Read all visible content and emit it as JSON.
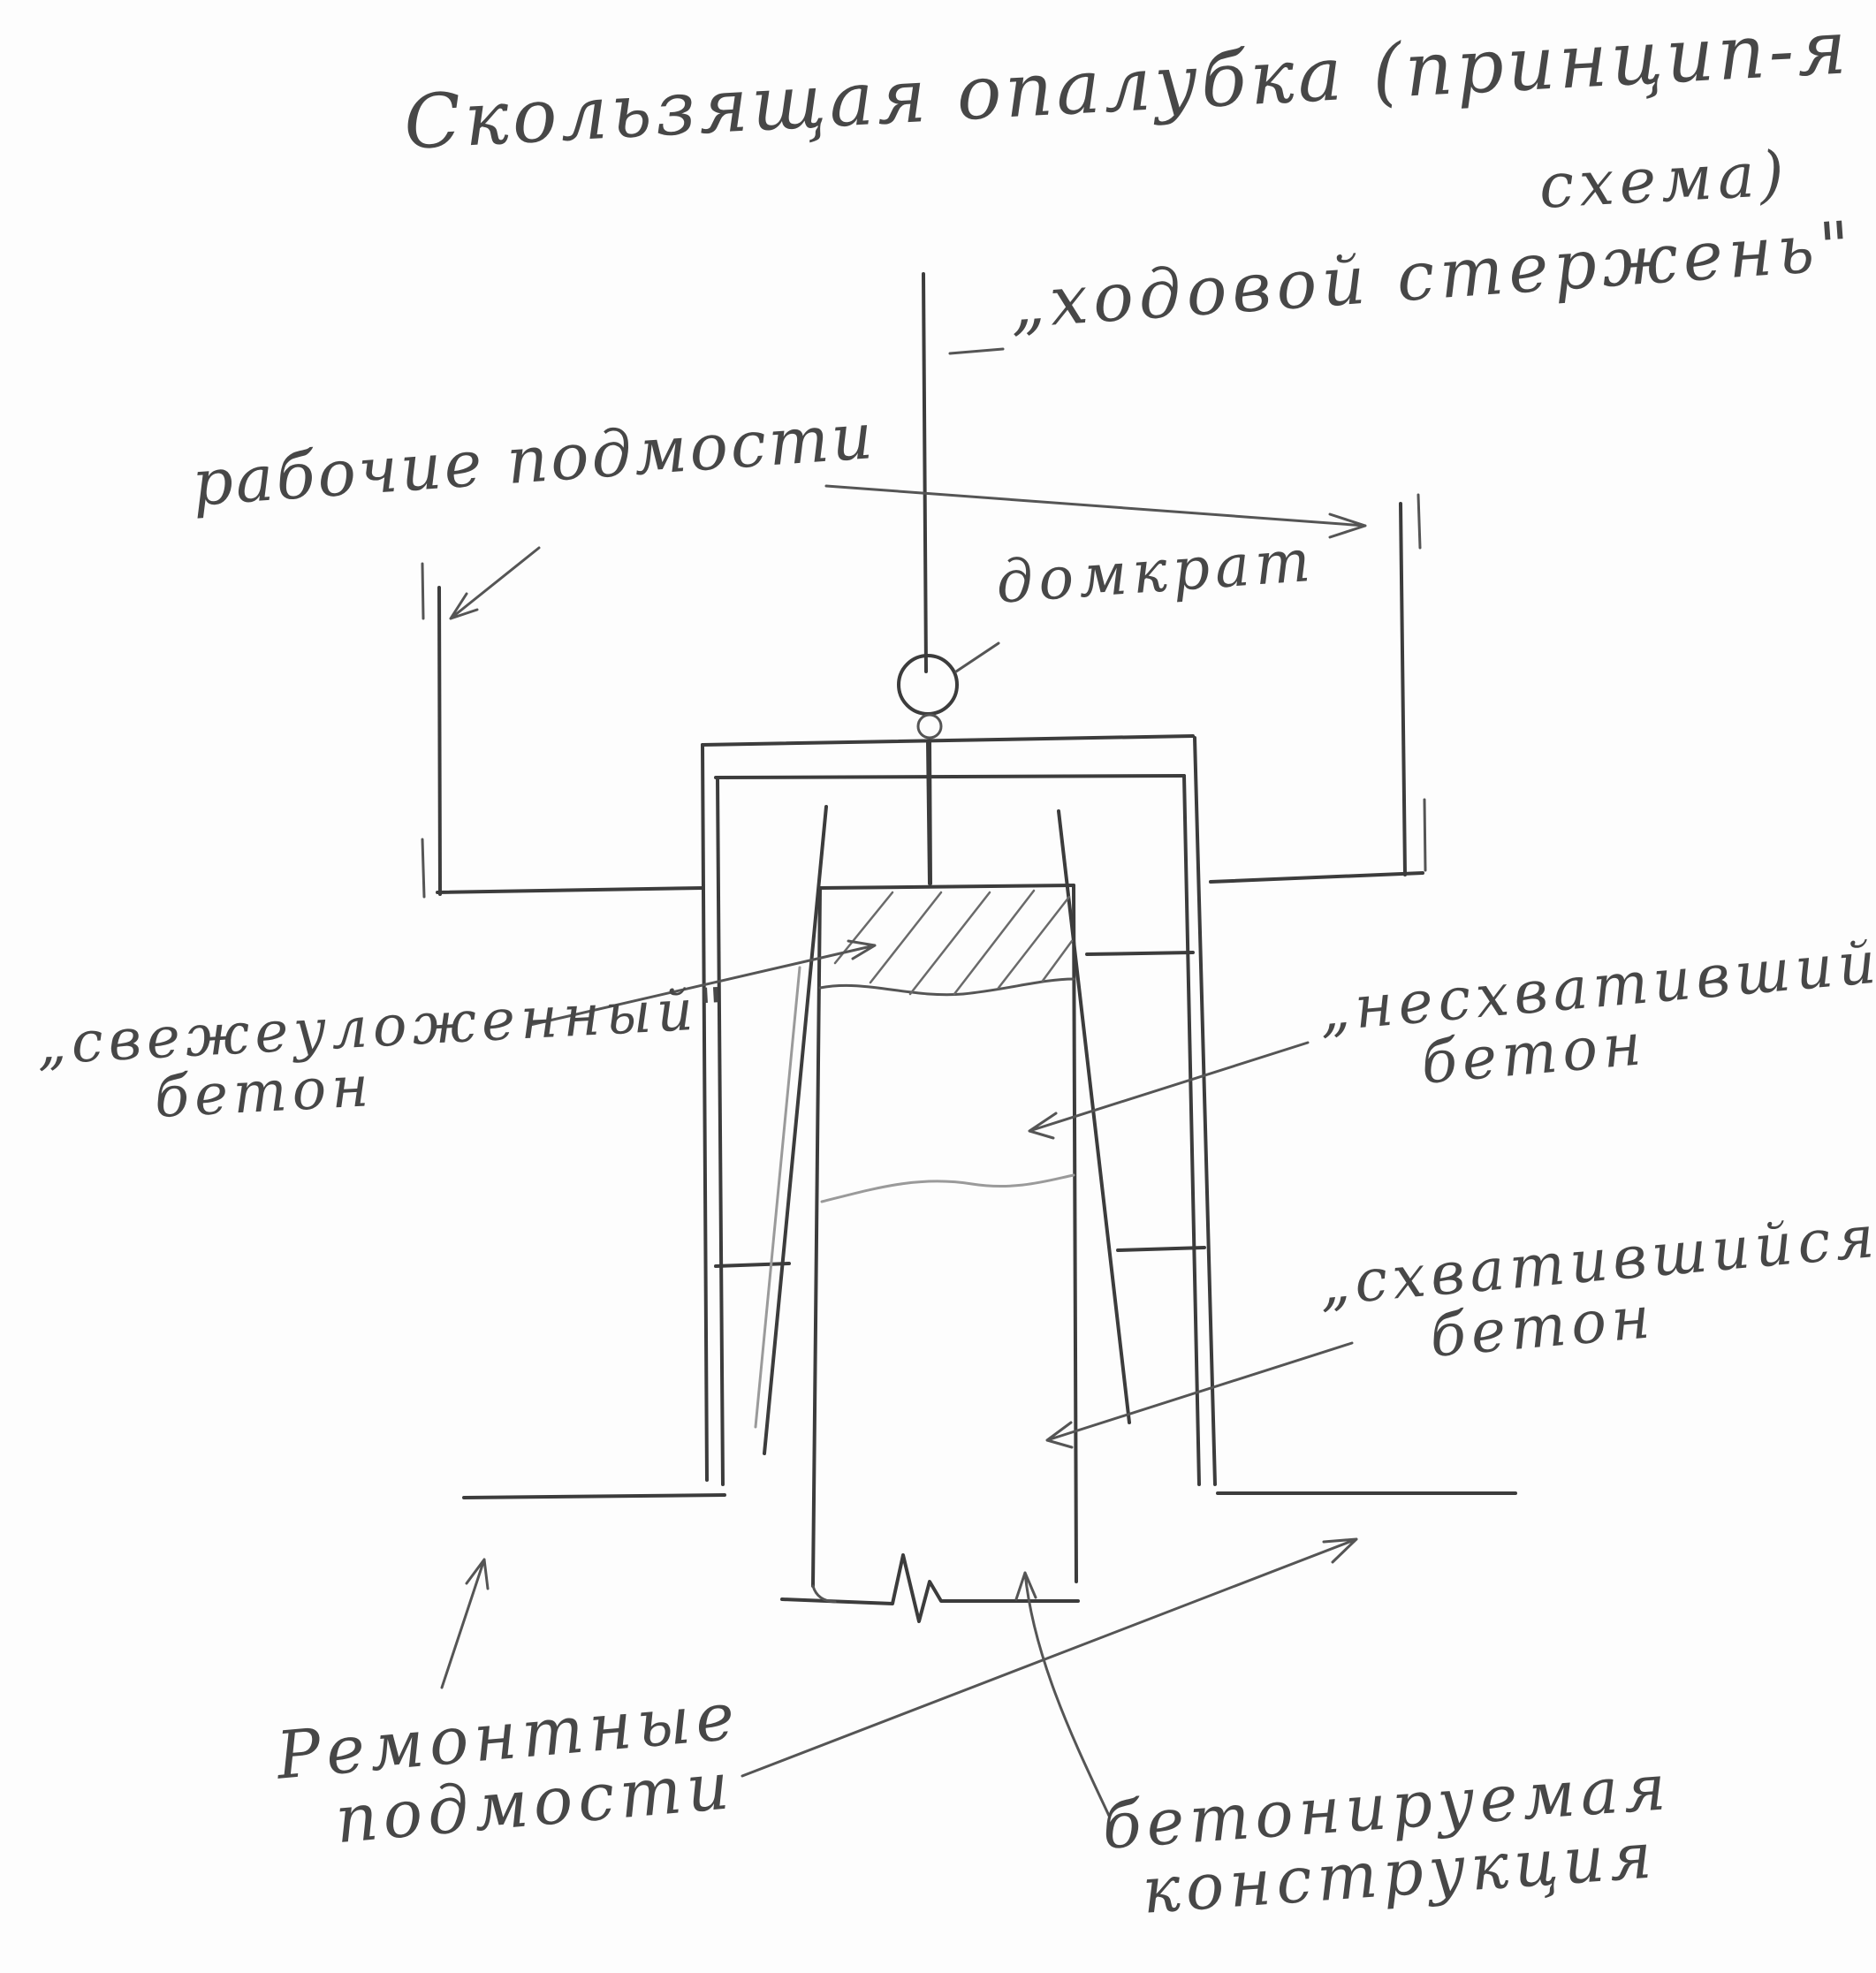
{
  "title": {
    "line1": "Скользящая опалубка (принцип-я",
    "line2": "схема)"
  },
  "labels": {
    "rod": "„ходовой стержень\"",
    "work_scaffold": "рабочие подмости",
    "jack": "домкрат",
    "fresh_concrete": {
      "line1": "„свежеуложенный\"",
      "line2": "бетон"
    },
    "unset_concrete": {
      "line1": "„несхватившийся\"",
      "line2": "бетон"
    },
    "set_concrete": {
      "line1": "„схватившийся\"",
      "line2": "бетон"
    },
    "repair_scaffold": {
      "line1": "Ремонтные",
      "line2": "подмости"
    },
    "structure": {
      "line1": "бетонируемая",
      "line2": "конструкция"
    }
  },
  "colors": {
    "paper": "#fdfdfd",
    "pencil": "#3c3c3c",
    "pencil_light": "#9a9a9a"
  }
}
